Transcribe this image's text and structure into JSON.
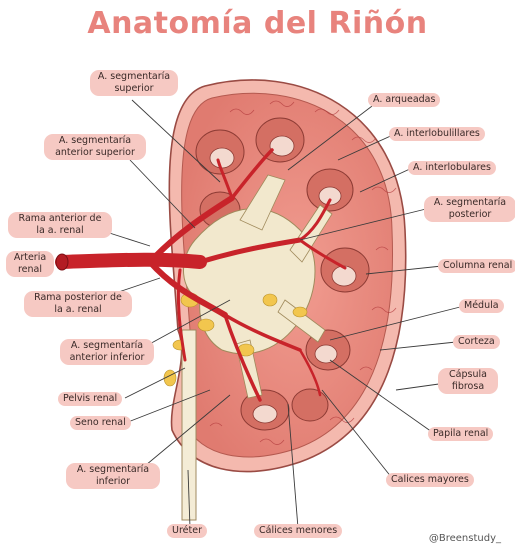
{
  "title": "Anatomía del Riñón",
  "labels": {
    "seg_superior": "A. segmentaría superior",
    "seg_ant_superior": "A. segmentaría anterior superior",
    "rama_anterior": "Rama anterior de la a. renal",
    "arteria_renal": "Arteria renal",
    "rama_posterior": "Rama posterior de la a. renal",
    "seg_ant_inferior": "A. segmentaría anterior inferior",
    "pelvis": "Pelvis renal",
    "seno": "Seno renal",
    "seg_inferior": "A. segmentaría inferior",
    "ureter": "Uréter",
    "calices_menores": "Cálices menores",
    "arqueadas": "A. arqueadas",
    "interlobulillares": "A. interlobulillares",
    "interlobulares": "A. interlobulares",
    "seg_posterior": "A. segmentaría posterior",
    "columna": "Columna renal",
    "medula": "Médula",
    "corteza": "Corteza",
    "capsula": "Cápsula fibrosa",
    "papila": "Papila renal",
    "calices_mayores": "Calices mayores"
  },
  "credit": "@Breenstudy_",
  "colors": {
    "title": "#e8837d",
    "label_bg": "#f6c9c3",
    "cortex": "#e98a80",
    "capsule": "#f3b7ad",
    "pyramid": "#d9786c",
    "artery": "#c8242b",
    "pelvis": "#f1e6c9"
  }
}
